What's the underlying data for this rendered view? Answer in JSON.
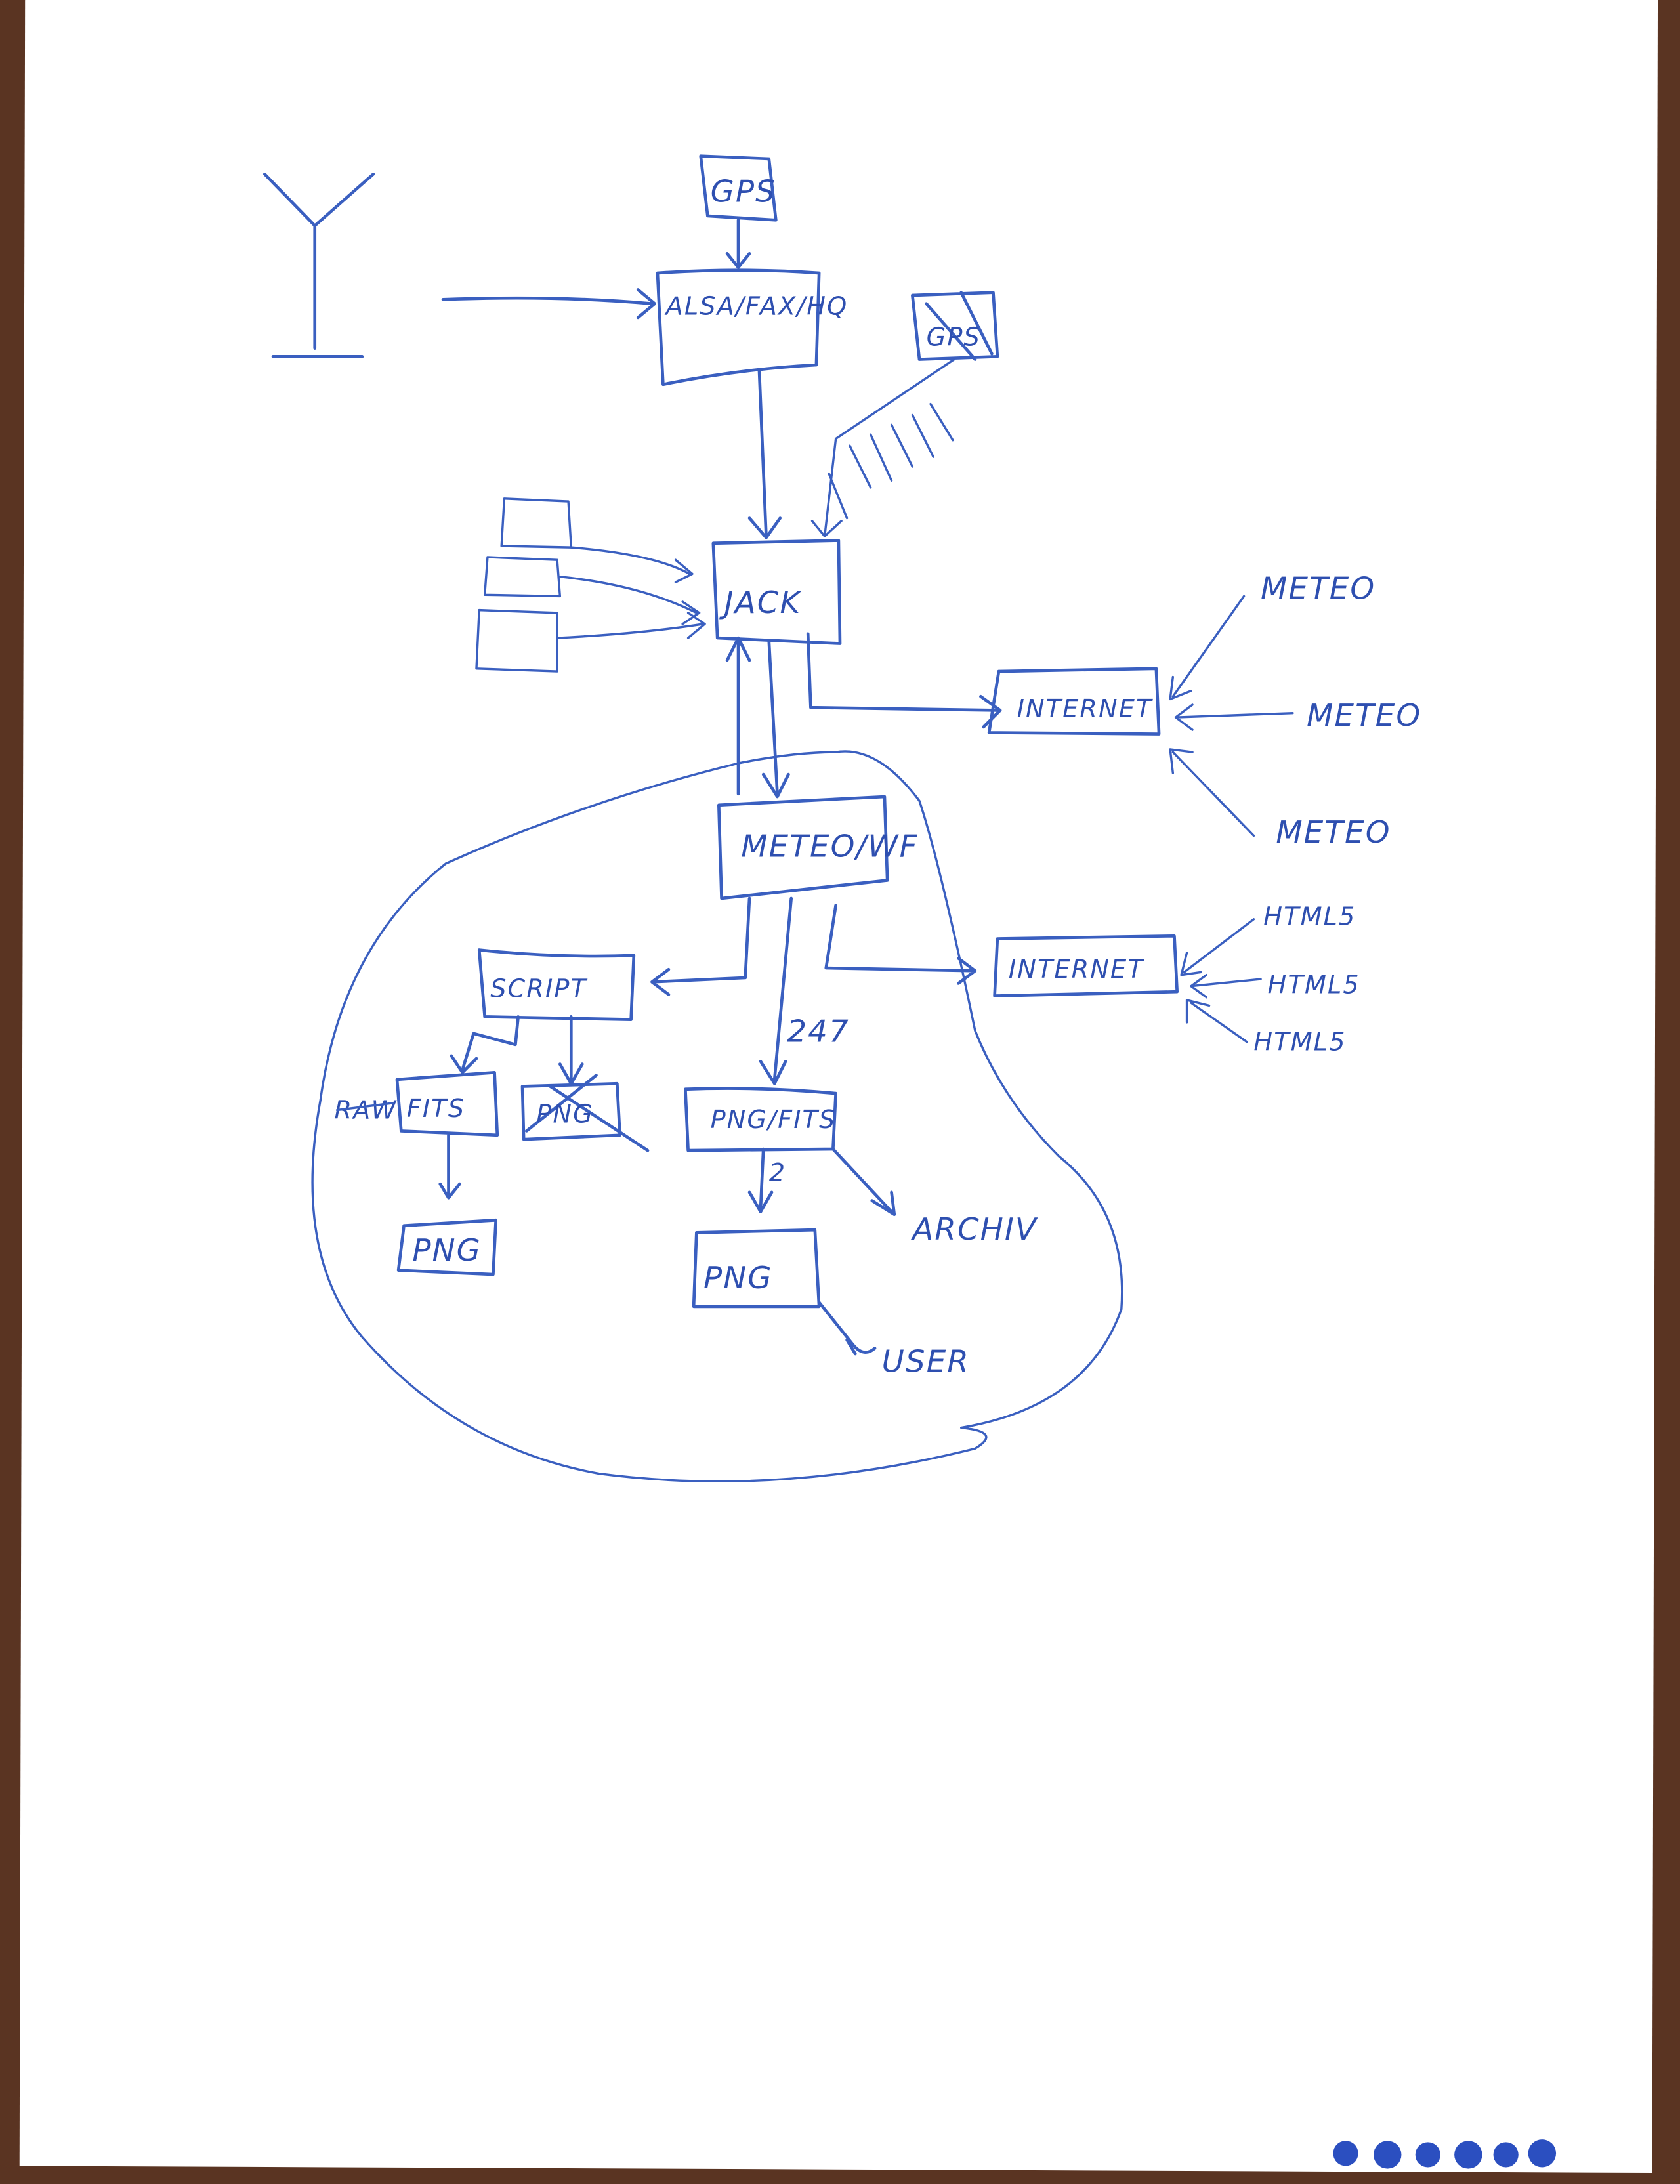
{
  "colors": {
    "ink": "#3a5fc0",
    "paper": "#ffffff",
    "wood": "#5a3422"
  },
  "nodes": {
    "gps_top": "GPS",
    "alsa": "ALSA/FAX/HQ",
    "gps_crossed": "GPS",
    "jack": "JACK",
    "internet_1": "INTERNET",
    "meteo_wf": "METEO/WF",
    "internet_2": "INTERNET",
    "script": "SCRIPT",
    "fits": "FITS",
    "png_crossed": "PNG",
    "png_fits": "PNG/FITS",
    "png_left": "PNG",
    "png_center": "PNG"
  },
  "labels": {
    "meteo_1": "METEO",
    "meteo_2": "METEO",
    "meteo_3": "METEO",
    "html5_1": "HTML5",
    "html5_2": "HTML5",
    "html5_3": "HTML5",
    "raw_crossed": "RAW",
    "edge_247": "247",
    "edge_2": "2",
    "archiv": "ARCHIV",
    "user": "USER"
  }
}
